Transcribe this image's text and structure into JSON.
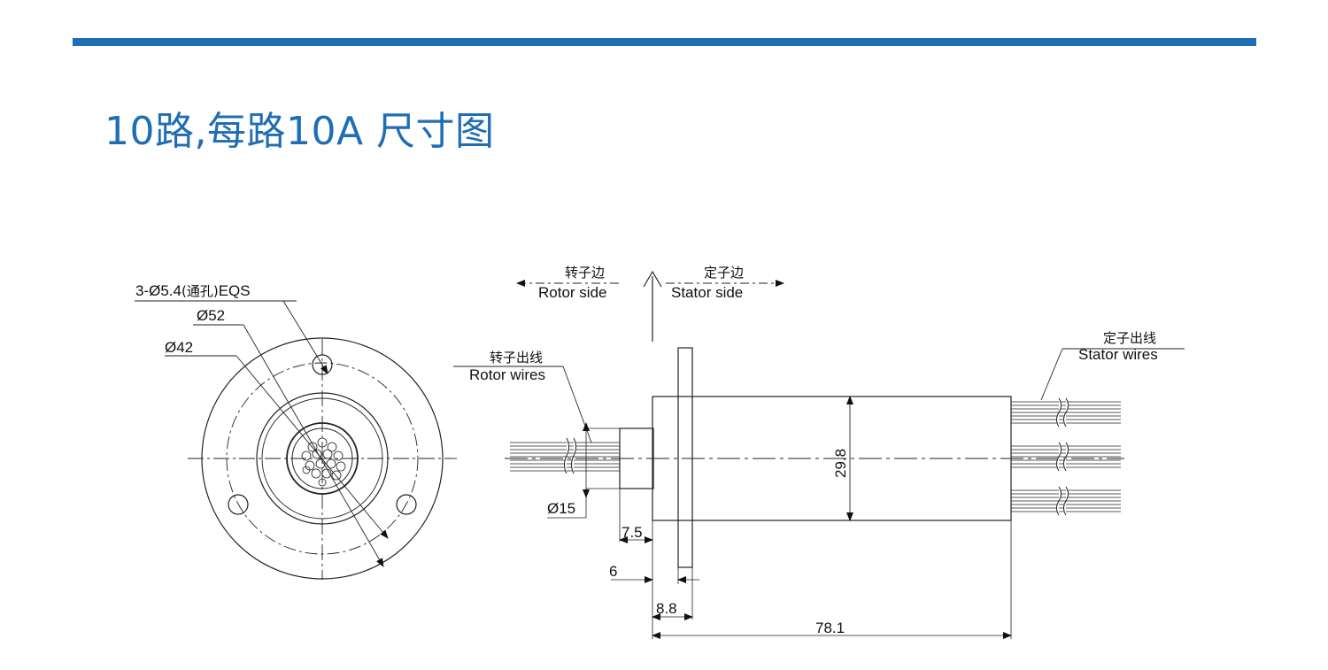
{
  "header": {
    "title": "10路,每路10A  尺寸图",
    "bar_color": "#1f6db5",
    "title_color": "#1f6db5"
  },
  "front_view": {
    "hole_spec": "3-Ø5.4",
    "hole_spec_paren": "(通孔)",
    "hole_spec_suffix": "EQS",
    "outer_diameter": "Ø52",
    "inner_diameter": "Ø42"
  },
  "side_view": {
    "rotor_side_cn": "转子边",
    "rotor_side_en": "Rotor side",
    "stator_side_cn": "定子边",
    "stator_side_en": "Stator side",
    "rotor_wires_cn": "转子出线",
    "rotor_wires_en": "Rotor wires",
    "stator_wires_cn": "定子出线",
    "stator_wires_en": "Stator wires",
    "shaft_diameter": "Ø15",
    "body_diameter": "29.8",
    "shaft_length": "7.5",
    "flange_offset": "6",
    "flange_width": "8.8",
    "total_length": "78.1"
  }
}
